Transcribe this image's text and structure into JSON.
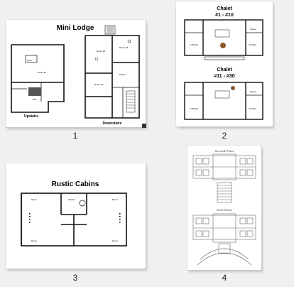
{
  "pages": [
    {
      "number": "1",
      "title": "Mini Lodge",
      "label_upstairs": "Upstairs",
      "label_downstairs": "Downstairs"
    },
    {
      "number": "2",
      "title_top_1": "Chalet",
      "title_top_2": "#1 - #10",
      "title_bottom_1": "Chalet",
      "title_bottom_2": "#11 - #30"
    },
    {
      "number": "3",
      "title": "Rustic Cabins"
    },
    {
      "number": "4",
      "label_upper": "Second Floor",
      "label_lower": "First Floor"
    }
  ],
  "colors": {
    "background": "#f0f0f0",
    "page": "#ffffff",
    "ink": "#111111",
    "accent_brown": "#8a5a2b"
  }
}
